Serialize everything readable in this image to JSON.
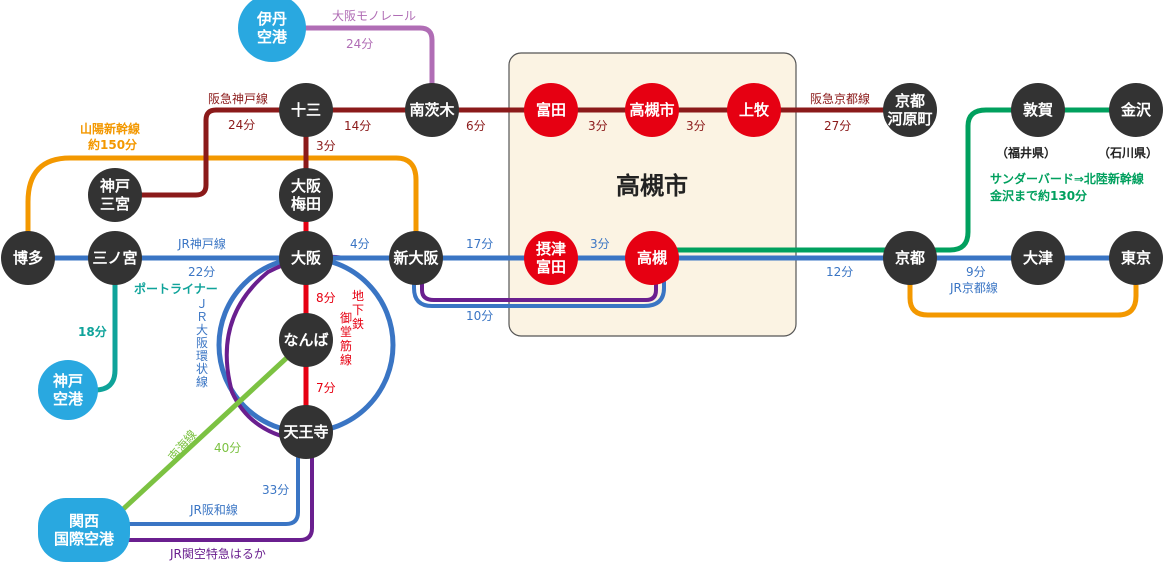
{
  "colors": {
    "station_dark": "#333333",
    "station_red": "#e60012",
    "station_airport": "#29a8e0",
    "hankyu": "#8b1a1a",
    "jr_kyoto_kobe": "#3a75c4",
    "shinkansen": "#f39800",
    "thunderbird": "#00a05e",
    "monorail": "#b06db5",
    "port_liner": "#0fa39a",
    "loop": "#3a75c4",
    "haruka": "#6a1f8f",
    "nankai": "#7cc242",
    "midosuji": "#e60012",
    "takatsuki_area_fill": "#fbf3e3"
  },
  "area": {
    "label": "高槻市"
  },
  "stations": {
    "itami": "伊丹\n空港",
    "juso": "十三",
    "minami_ibaraki": "南茨木",
    "tonda": "富田",
    "takatsukishi": "高槻市",
    "kanmaki": "上牧",
    "kawaramachi": "京都\n河原町",
    "tsuruga": "敦賀",
    "kanazawa": "金沢",
    "hakata": "博多",
    "kobe_sannomiya": "神戸\n三宮",
    "sannomiya": "三ノ宮",
    "umeda": "大阪\n梅田",
    "osaka": "大阪",
    "shin_osaka": "新大阪",
    "settsu_tonda": "摂津\n富田",
    "takatsuki": "高槻",
    "kyoto": "京都",
    "otsu": "大津",
    "tokyo": "東京",
    "kobe_airport": "神戸\n空港",
    "namba": "なんば",
    "tennoji": "天王寺",
    "kix": "関西\n国際空港"
  },
  "labels": {
    "monorail_name": "大阪モノレール",
    "monorail_time": "24分",
    "hankyu_kobe": "阪急神戸線",
    "hankyu_kobe_time": "24分",
    "juso_minami_time": "14分",
    "juso_umeda_time": "3分",
    "minami_tonda_time": "6分",
    "tonda_ts_time": "3分",
    "ts_kanmaki_time": "3分",
    "hankyu_kyoto": "阪急京都線",
    "hankyu_kyoto_time": "27分",
    "sanyo_shinkansen": "山陽新幹線",
    "sanyo_time": "約150分",
    "fukui": "（福井県）",
    "ishikawa": "（石川県）",
    "thunderbird": "サンダーバード⇒北陸新幹線",
    "thunderbird_time": "金沢まで約130分",
    "jr_kobe": "JR神戸線",
    "osaka_shin_time": "4分",
    "shin_settsu_time": "17分",
    "settsu_takatsuki_time": "3分",
    "takatsuki_kyoto_time": "12分",
    "kyoto_otsu_time": "9分",
    "jr_kyoto": "JR京都線",
    "port_time_a": "22分",
    "port_liner": "ポートライナー",
    "port_time_b": "18分",
    "shin_takatsuki_time": "10分",
    "osaka_namba_time": "8分",
    "midosuji": "地下鉄\n御堂筋線",
    "namba_tennoji_time": "7分",
    "loop_line": "ＪＲ大阪環状線",
    "nankai": "南海線",
    "nankai_time": "40分",
    "tennoji_kix_time": "33分",
    "jr_hanwa": "JR阪和線",
    "haruka": "JR関空特急はるか"
  }
}
